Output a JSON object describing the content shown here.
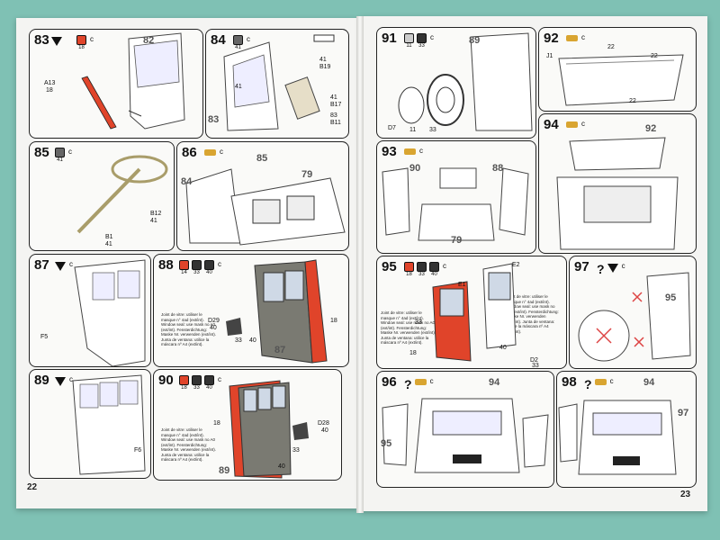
{
  "pages": {
    "left_number": "22",
    "right_number": "23"
  },
  "steps": {
    "s83": {
      "num": "83",
      "paints": [
        {
          "code": "18"
        }
      ],
      "glue": "c",
      "labels": [
        "82",
        "A13",
        "18"
      ]
    },
    "s84": {
      "num": "84",
      "paints": [
        {
          "code": "41"
        }
      ],
      "glue": "c",
      "labels": [
        "41",
        "B19",
        "41",
        "B17",
        "41",
        "B11",
        "83"
      ]
    },
    "s85": {
      "num": "85",
      "paints": [
        {
          "code": "41"
        }
      ],
      "glue": "c",
      "labels": [
        "B12",
        "41",
        "B1",
        "41"
      ]
    },
    "s86": {
      "num": "86",
      "glue": "c",
      "labels": [
        "85",
        "84",
        "79"
      ]
    },
    "s87": {
      "num": "87",
      "glue": "c",
      "labels": [
        "F5"
      ]
    },
    "s88": {
      "num": "88",
      "paints": [
        {
          "code": "14"
        },
        {
          "code": "33"
        },
        {
          "code": "40"
        }
      ],
      "glue": "c",
      "labels": [
        "D29",
        "40",
        "33",
        "40",
        "87",
        "18"
      ]
    },
    "s89": {
      "num": "89",
      "glue": "c",
      "labels": [
        "F6"
      ]
    },
    "s90": {
      "num": "90",
      "paints": [
        {
          "code": "18"
        },
        {
          "code": "33"
        },
        {
          "code": "40"
        }
      ],
      "glue": "c",
      "labels": [
        "18",
        "D28",
        "40",
        "33",
        "40",
        "89"
      ]
    },
    "s91": {
      "num": "91",
      "paints": [
        {
          "code": "11"
        },
        {
          "code": "33"
        }
      ],
      "glue": "c",
      "labels": [
        "89",
        "D7",
        "11",
        "33"
      ]
    },
    "s92": {
      "num": "92",
      "glue": "c",
      "labels": [
        "22",
        "J1",
        "22",
        "22"
      ]
    },
    "s93": {
      "num": "93",
      "glue": "c",
      "labels": [
        "90",
        "88",
        "79"
      ]
    },
    "s94": {
      "num": "94",
      "glue": "c",
      "labels": [
        "92"
      ]
    },
    "s95": {
      "num": "95",
      "paints": [
        {
          "code": "18"
        },
        {
          "code": "33"
        },
        {
          "code": "40"
        }
      ],
      "glue": "c",
      "labels": [
        "E2",
        "E1",
        "33",
        "18",
        "40",
        "D2",
        "33"
      ]
    },
    "s96": {
      "num": "96",
      "glue": "c",
      "labels": [
        "94",
        "95"
      ]
    },
    "s97": {
      "num": "97",
      "glue": "c",
      "labels": [
        "95"
      ]
    },
    "s98": {
      "num": "98",
      "glue": "c",
      "labels": [
        "94",
        "97"
      ]
    }
  },
  "notes": {
    "mask_note": "Joint de vitre: utiliser le masque n° 4ad (ext/int). Window seal: use mask no A0 (ext/int). Fensterdichtung: Maske Nr. verwenden (ext/int). Junta de ventana: utilice la máscara nº A4 (ext/int)."
  },
  "colors": {
    "background": "#7fc1b4",
    "paper": "#f4f4f2",
    "red_part": "#e0442a",
    "grey_part": "#7a7a72",
    "glue_tube": "#d9a531"
  }
}
